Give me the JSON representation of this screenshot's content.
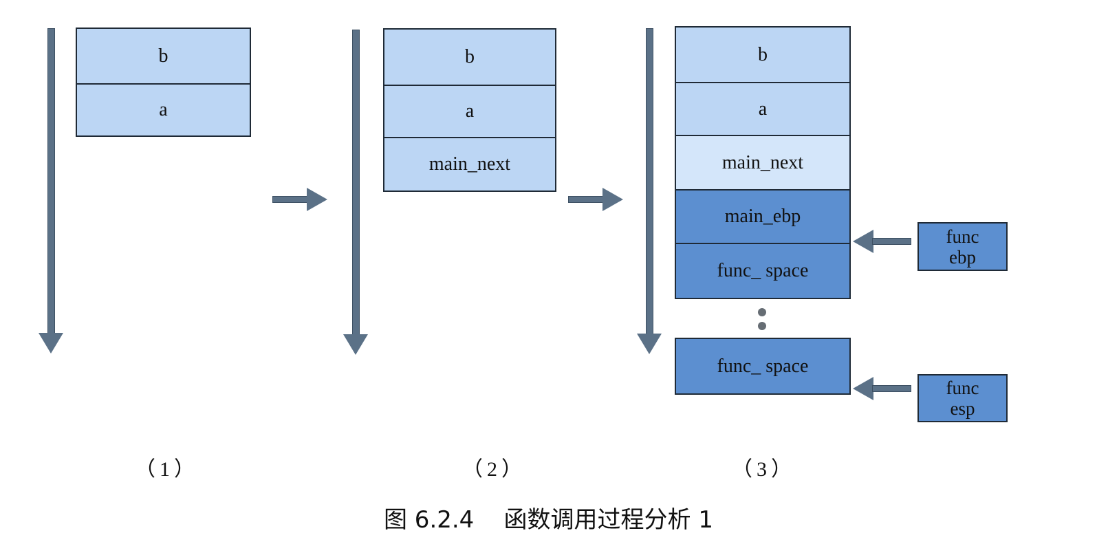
{
  "panels": [
    {
      "label": "（1）",
      "cells": [
        {
          "text": "b",
          "shade": "light"
        },
        {
          "text": "a",
          "shade": "light"
        }
      ]
    },
    {
      "label": "（2）",
      "cells": [
        {
          "text": "b",
          "shade": "light"
        },
        {
          "text": "a",
          "shade": "light"
        },
        {
          "text": "main_next",
          "shade": "light"
        }
      ]
    },
    {
      "label": "（3）",
      "cells": [
        {
          "text": "b",
          "shade": "light"
        },
        {
          "text": "a",
          "shade": "light"
        },
        {
          "text": "main_next",
          "shade": "lighter"
        },
        {
          "text": "main_ebp",
          "shade": "dark"
        },
        {
          "text": "func_ space",
          "shade": "dark"
        },
        {
          "text": "func_ space",
          "shade": "dark"
        }
      ],
      "pointers": [
        {
          "line1": "func",
          "line2": "ebp"
        },
        {
          "line1": "func",
          "line2": "esp"
        }
      ]
    }
  ],
  "caption": "图 6.2.4    函数调用过程分析 1",
  "colors": {
    "cell_light": "#bcd6f4",
    "cell_lighter": "#d4e6fa",
    "cell_dark": "#5c8fd0",
    "arrow": "#5b7187"
  }
}
